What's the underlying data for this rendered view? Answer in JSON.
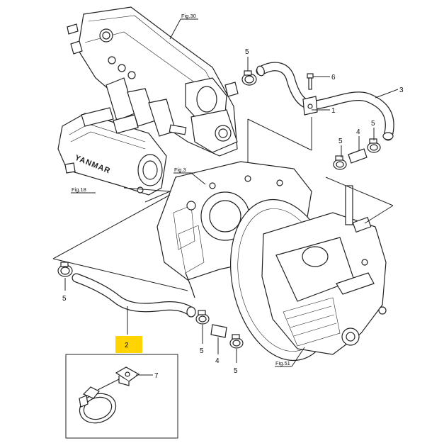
{
  "figure_refs": {
    "fig30": "Fig.30",
    "fig18": "Fig.18",
    "fig3": "Fig.3",
    "fig51": "Fig.51"
  },
  "part_numbers": {
    "p1": "1",
    "p2": "2",
    "p3": "3",
    "p4a": "4",
    "p4b": "4",
    "p5a": "5",
    "p5b": "5",
    "p5c": "5",
    "p5d": "5",
    "p5e": "5",
    "p6": "6",
    "p7": "7"
  },
  "brand_mark": "YANMAR",
  "colors": {
    "line": "#222222",
    "highlight": "#ffd400",
    "background": "#ffffff"
  }
}
